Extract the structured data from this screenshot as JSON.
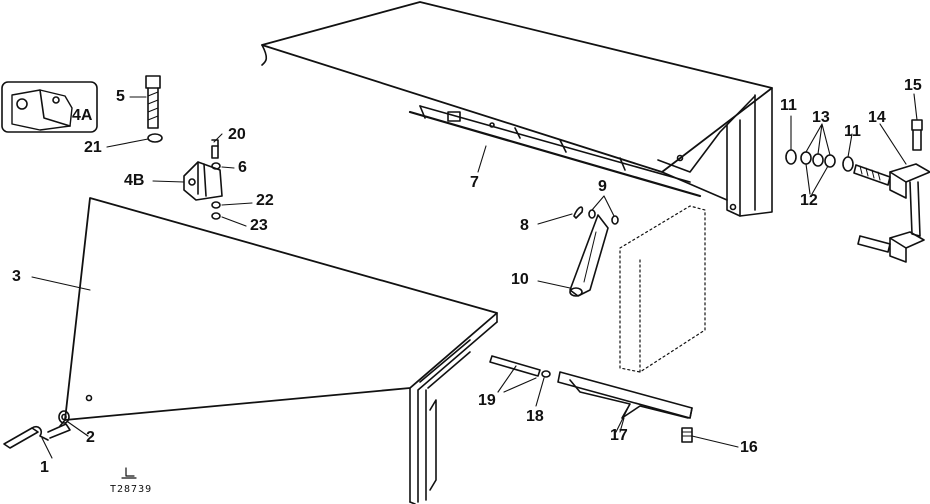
{
  "callouts": {
    "c1": "1",
    "c2": "2",
    "c3": "3",
    "c4a": "4A",
    "c4b": "4B",
    "c5": "5",
    "c6": "6",
    "c7": "7",
    "c8": "8",
    "c9": "9",
    "c10": "10",
    "c11a": "11",
    "c11b": "11",
    "c12": "12",
    "c13": "13",
    "c14": "14",
    "c15": "15",
    "c16": "16",
    "c17": "17",
    "c18": "18",
    "c19": "19",
    "c20": "20",
    "c21": "21",
    "c22": "22",
    "c23": "23"
  },
  "figure_code": "T28739",
  "colors": {
    "ink": "#111111",
    "paper": "#ffffff"
  }
}
